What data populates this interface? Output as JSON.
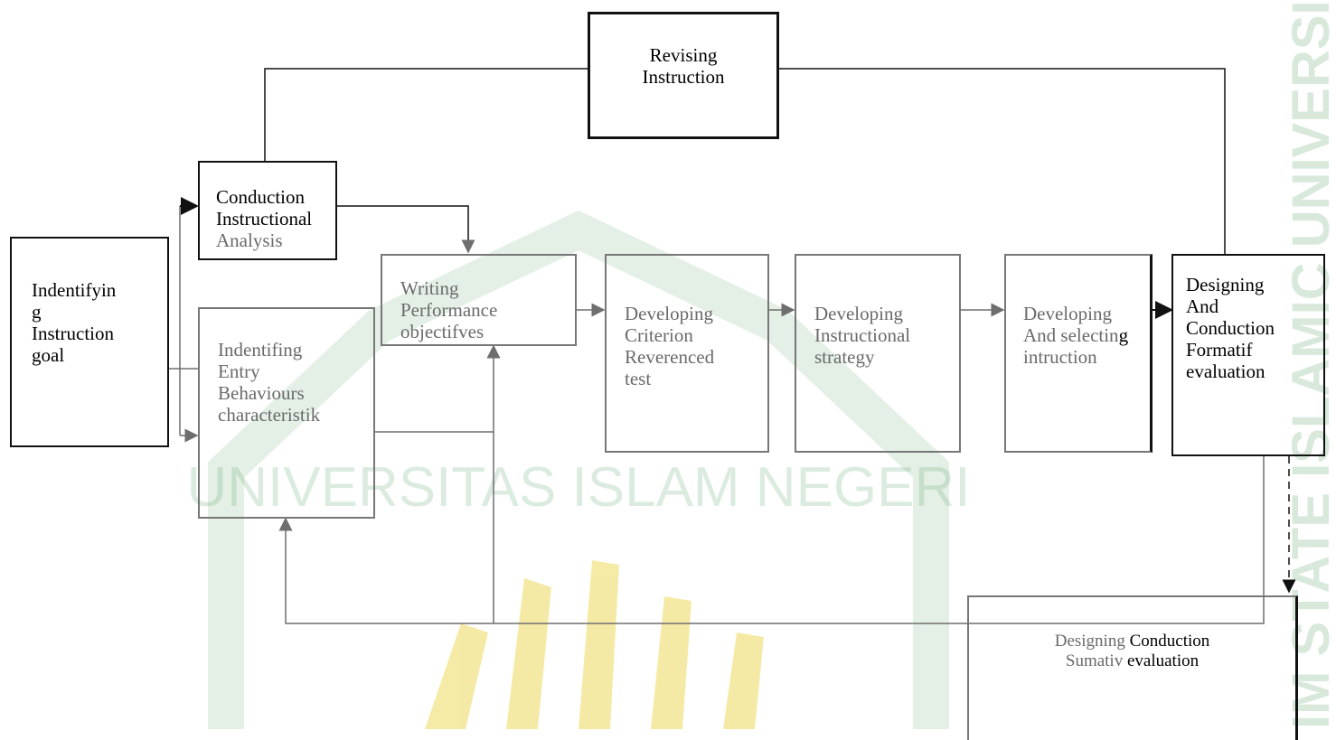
{
  "colors": {
    "line_dark": "#111111",
    "line_gray": "#6e6e6e",
    "text_gray": "#6a6a6a",
    "watermark_green": "#2e8b3e",
    "watermark_gold": "#e3c500"
  },
  "watermark": {
    "side_text": "IM STATE ISLAMIC UNIVERSITY OF MA"
  },
  "boxes": {
    "revising": {
      "line1": "Revising",
      "line2": "Instruction"
    },
    "conduction": {
      "line1": "Conduction",
      "line2": "Instructional",
      "line3": "Analysis"
    },
    "identifying": {
      "line1": "Indentifyin",
      "line2": "g",
      "line3": "Instruction",
      "line4": "goal"
    },
    "entry": {
      "line1": "Indentifing",
      "line2": "Entry",
      "line3": "Behaviours",
      "line4": "characteristik"
    },
    "writing": {
      "line1": "Writing",
      "line2": "Performance",
      "line3": "objectifves"
    },
    "criterion": {
      "line1": "Developing",
      "line2": "Criterion",
      "line3": "Reverenced",
      "line4": "test"
    },
    "strategy": {
      "line1": "Developing",
      "line2": "Instructional",
      "line3": "strategy"
    },
    "selecting": {
      "line1": "Developing",
      "line2a": "And selectin",
      "line2b": "g",
      "line3": "intruction"
    },
    "formatif": {
      "line1": "Designing",
      "line2": "And",
      "line3": "Conduction",
      "line4": "Formatif",
      "line5": "evaluation"
    },
    "sumatif": {
      "line1a": "Designing",
      "line1b": " Conduction",
      "line2a": "Sumativ",
      "line2b": " evaluation"
    }
  }
}
